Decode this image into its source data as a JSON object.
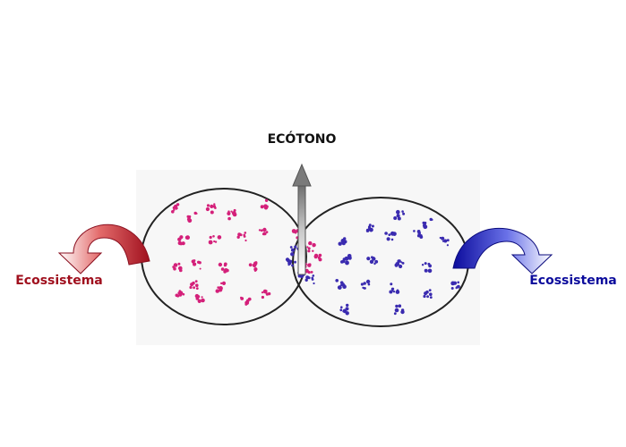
{
  "diagram": {
    "center_label": "ECÓTONO",
    "left_label": "Ecossistema",
    "right_label": "Ecossistema"
  },
  "colors": {
    "left_ecosystem": "#a0101e",
    "right_ecosystem": "#0b0b9c",
    "left_dots": "#d4207a",
    "right_dots": "#3a2bb0",
    "arrow_gray": "#8a8a8a",
    "outline": "#222222"
  },
  "icons": {
    "left_arrow": "curved-arrow-left-icon",
    "right_arrow": "curved-arrow-right-icon",
    "up_arrow": "arrow-up-icon"
  }
}
